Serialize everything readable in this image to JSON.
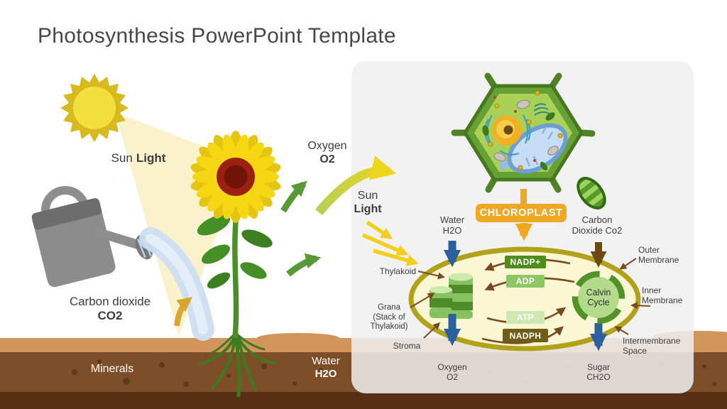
{
  "slide": {
    "title": "Photosynthesis PowerPoint Template"
  },
  "scene": {
    "sun_light": {
      "word1": "Sun",
      "word2": "Light"
    },
    "oxygen": {
      "name": "Oxygen",
      "formula": "O2"
    },
    "carbon_dioxide": {
      "name": "Carbon dioxide",
      "formula": "CO2"
    },
    "minerals": "Minerals",
    "water": {
      "name": "Water",
      "formula": "H2O"
    }
  },
  "panel": {
    "cell_label": "CHLOROPLAST",
    "sun_light": {
      "word1": "Sun",
      "word2": "Light"
    },
    "water_in": {
      "name": "Water",
      "formula": "H2O"
    },
    "co2_in": {
      "name": "Carbon",
      "formula": "Dioxide Co2"
    },
    "thylakoid": "Thylakoid",
    "grana": {
      "line1": "Grana",
      "line2": "(Stack of",
      "line3": "Thylakoid)"
    },
    "stroma": "Stroma",
    "molecules": {
      "nadp": "NADP+",
      "adp": "ADP",
      "atp": "ATP",
      "nadph": "NADPH"
    },
    "calvin": {
      "line1": "Calvin",
      "line2": "Cycle"
    },
    "outer_membrane": {
      "line1": "Outer",
      "line2": "Membrane"
    },
    "inner_membrane": {
      "line1": "Inner",
      "line2": "Membrane"
    },
    "intermembrane": {
      "line1": "Intermembrane",
      "line2": "Space"
    },
    "oxygen_out": {
      "name": "Oxygen",
      "formula": "O2"
    },
    "sugar_out": {
      "name": "Sugar",
      "formula": "CH2O"
    }
  },
  "colors": {
    "accent_orange": "#f0a723",
    "chloroplast_fill": "#fbf6d4",
    "chloroplast_border": "#b1a11b",
    "nadp_green": "#4e8c1e",
    "adp_green": "#8dc763",
    "atp_green": "#cde8b0",
    "nadph_olive": "#6e5c17",
    "arrow_blue": "#2b5f9e",
    "arrow_brown": "#7a4a1e",
    "co2_arrow_brown": "#6e4a10",
    "sun_yellow": "#f2e03e",
    "panel_gray": "#f0f0f1",
    "soil_tan": "#d2955c",
    "soil_brown": "#7d4e27",
    "soil_dark": "#562f15",
    "leaf_green": "#459026",
    "petal_yellow": "#f6d714"
  }
}
